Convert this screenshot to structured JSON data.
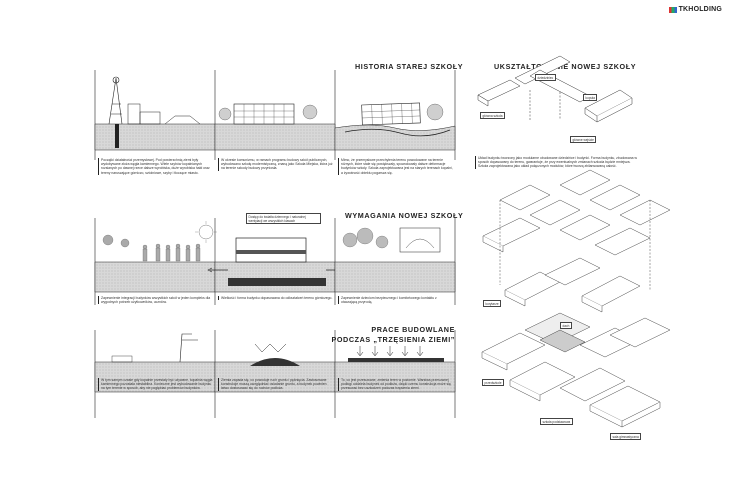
{
  "header": {
    "logo": "TKHOLDING"
  },
  "sections": {
    "history": {
      "title": "HISTORIA STAREJ SZKOŁY",
      "cap1": "Początki działalności przemysłowej. Pod powierzchnią ziemi były wydobywane złoża węgla kamiennego. Wiele szybów kopalnianych rozsianych po dawnej rzece dalsze wyrobiska, duże wyrobiska hałd oraz tereny naruszające górniczo, sztolniowe, szyby i tłoczące miasto.",
      "cap2": "W okresie komunizmu, w ramach programu budowy szkół publicznych, wybudowano szkołę modernistyczną, znaną jako Szkoła Miejska, która już na terenie szkody budowy przyniosła.",
      "cap3": "Mimo, że przemysłowe przechylenia terenu powodowane na terenie różnych, które stale się powiększały, spowodowały dalsze deformacje budynków szkoły. Szkoła zaprojektowana jest na starych terenach kopalni, a żywotność obiektu pogarsza się."
    },
    "shaping": {
      "title": "UKSZTAŁTOWANIE NOWEJ SZKOŁY",
      "labels": [
        "dziedziniec",
        "główna szkoła",
        "kopuła",
        "główne wejście"
      ],
      "cap": "Układ budynku tworzony jako modularne obudowane dziedzińce i budynki. Forma budynku, zbudowana w sposób dopasowany do terenu, gwarantuje, że przy ewentualnych zmianach szkoda będzie mniejsza. Szkoła zaprojektowana jako układ połączonych modułów, które tworzą zbilansowaną całość."
    },
    "requirements": {
      "title": "WYMAGANIA NOWEJ SZKOŁY",
      "note": "Dostęp do światła dziennego i naturalnej wentylacji we wszystkich klasach",
      "cap1": "Zapewnienie integracji budynków wszystkich szkół w jeden kompleks dla wygodnych potrzeb użytkowników, uczniów.",
      "cap2": "Wielkość i forma budynku dopasowana do odkształceń terenu górniczego.",
      "cap3": "Zapewnienie dzieciom bezpiecznego i komfortowego kontaktu z otaczającą przyrodą."
    },
    "construction": {
      "title": "PRACE BUDOWLANE PODCZAS „TRZĘSIENIA ZIEMI”",
      "cap1": "W tym samym czasie gdy kopalnie przestały być używane, kopalnia węgla kamiennego pozostała niestabilna. Konieczne jest wybudowanie budynku na tym terenie w sposób, aby nie pogłębiać problemów budynków.",
      "cap2": "Ziemia zapada się, co powoduje ruch gruntu i pęknięcia. Zastosowane konstrukcje muszą uwzględniać osiadanie gruntu, a budynek powinien łatwo dostosować się do ruchów podłoża.",
      "cap3": "To, co jest przesuwane, zmienia teren w poziomie. Warstwa przesuwnej podłogi oddziela budynek od podłoża, dzięki czemu konstrukcja może się przesuwać bez uszkodzeń podczas trzęsienia ziemi."
    },
    "axon": {
      "label_top": "dach",
      "labels": [
        "przedszkole",
        "sala gimnastyczna",
        "szkoła podstawowa",
        "korytarze"
      ]
    }
  }
}
